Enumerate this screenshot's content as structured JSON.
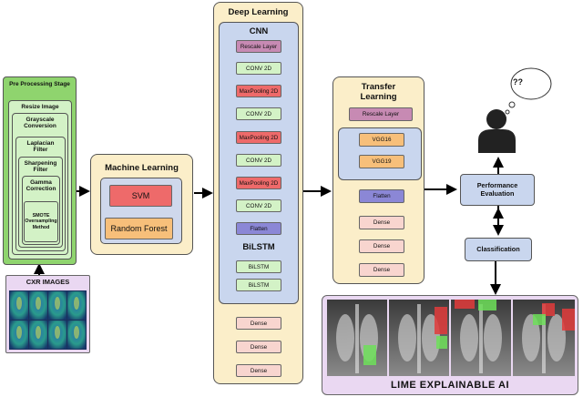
{
  "preprocessing": {
    "stage_title": "Pre Processing Stage",
    "steps": [
      "Resize Image",
      "Grayscale Conversion",
      "Laplacian Filter",
      "Sharpening Filter",
      "Gamma Correction"
    ],
    "smote": "SMOTE Oversampling Method"
  },
  "cxr": {
    "title": "CXR IMAGES"
  },
  "ml": {
    "title": "Machine Learning",
    "svm": "SVM",
    "rf": "Random Forest"
  },
  "dl": {
    "title": "Deep Learning",
    "cnn_title": "CNN",
    "cnn_layers": [
      "Rescale Layer",
      "CONV 2D",
      "MaxPooling 2D",
      "CONV 2D",
      "MaxPooling 2D",
      "CONV 2D",
      "MaxPooling 2D",
      "CONV 2D",
      "Flatten"
    ],
    "bilstm_title": "BiLSTM",
    "bilstm_layers": [
      "BiLSTM",
      "BiLSTM"
    ],
    "dense_layers": [
      "Dense",
      "Dense",
      "Dense"
    ]
  },
  "tl": {
    "title": "Transfer Learning",
    "rescale": "Rescale Layer",
    "models": [
      "VGG16",
      "VGG19"
    ],
    "flatten": "Flatten",
    "dense_layers": [
      "Dense",
      "Dense",
      "Dense"
    ]
  },
  "performance": "Performance Evaluation",
  "classification": "Classification",
  "thought": "??",
  "lime": "LIME EXPLAINABLE AI",
  "colors": {
    "green_stage": "#8fd46e",
    "lime_layer": "#d3f2c6",
    "red_layer": "#ee6a6a",
    "ml_panel": "#fbeec9",
    "ml_inner": "#cfd8ec",
    "svm": "#ee6a6a",
    "random_forest": "#f7bf7a",
    "cnn_panel": "#c9d6ee",
    "flatten": "#8b87d6",
    "dense": "#f8d5cf",
    "rescale": "#c78ab3",
    "cxr_panel": "#ead8f2",
    "blue_box": "#c9d6ee"
  }
}
